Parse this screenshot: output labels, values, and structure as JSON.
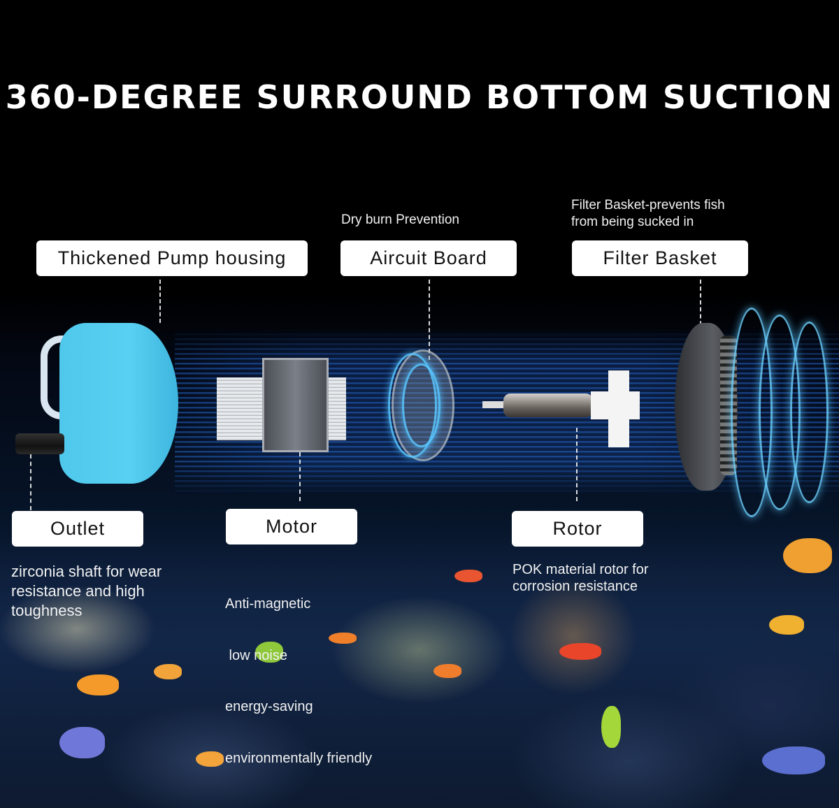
{
  "title": "360-DEGREE SURROUND BOTTOM SUCTION",
  "components": {
    "housing": {
      "label": "Thickened Pump housing"
    },
    "circuit_board": {
      "label": "Aircuit Board",
      "caption": "Dry burn Prevention"
    },
    "filter_basket": {
      "label": "Filter Basket",
      "caption_lines": [
        "Filter Basket-prevents fish",
        "from being sucked in"
      ]
    },
    "outlet": {
      "label": "Outlet",
      "caption_lines": [
        "zirconia shaft for wear",
        "resistance and high",
        "toughness"
      ]
    },
    "motor": {
      "label": "Motor",
      "caption_lines": [
        "Anti-magnetic",
        " low noise",
        "energy-saving",
        "environmentally friendly"
      ]
    },
    "rotor": {
      "label": "Rotor",
      "caption_lines": [
        "POK material rotor for",
        "corrosion resistance"
      ]
    }
  },
  "colors": {
    "background": "#000000",
    "housing_blue": "#4fc8ec",
    "glow_blue": "#5ac8ff",
    "label_bg": "#ffffff",
    "label_text": "#111111"
  }
}
